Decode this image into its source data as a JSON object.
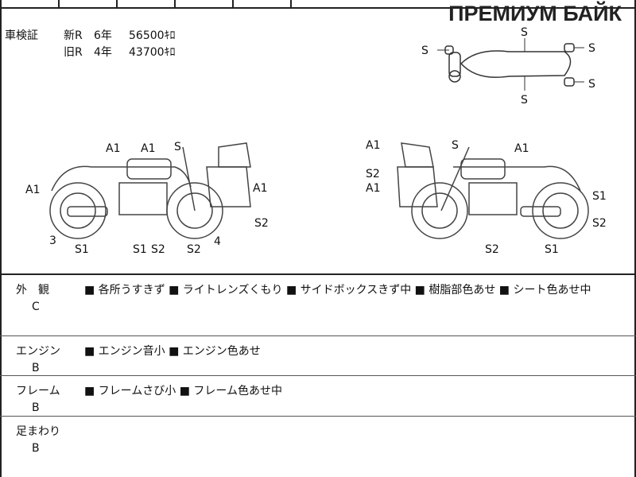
{
  "brand": "ПРЕМИУМ БАЙК",
  "inspection": {
    "label": "車検証",
    "new": {
      "type": "新R",
      "years": "6年",
      "price": "56500ｷﾛ"
    },
    "old": {
      "type": "旧R",
      "years": "4年",
      "price": "43700ｷﾛ"
    }
  },
  "diagram_labels": {
    "top": [
      "S",
      "S",
      "S",
      "S",
      "S"
    ],
    "left": [
      "A1",
      "A1",
      "S",
      "A1",
      "A1",
      "3",
      "S1",
      "S1",
      "S2",
      "S2",
      "S2",
      "4"
    ],
    "right": [
      "A1",
      "S",
      "A1",
      "S2",
      "A1",
      "S1",
      "S2",
      "S2",
      "S1"
    ]
  },
  "sections": [
    {
      "label": "外　観",
      "grade": "C",
      "notes": "■ 各所うすきず ■ ライトレンズくもり ■ サイドボックスきず中 ■ 樹脂部色あせ ■ シート色あせ中"
    },
    {
      "label": "エンジン",
      "grade": "B",
      "notes": "■ エンジン音小 ■ エンジン色あせ"
    },
    {
      "label": "フレーム",
      "grade": "B",
      "notes": "■ フレームさび小 ■ フレーム色あせ中"
    },
    {
      "label": "足まわり",
      "grade": "B",
      "notes": ""
    }
  ]
}
